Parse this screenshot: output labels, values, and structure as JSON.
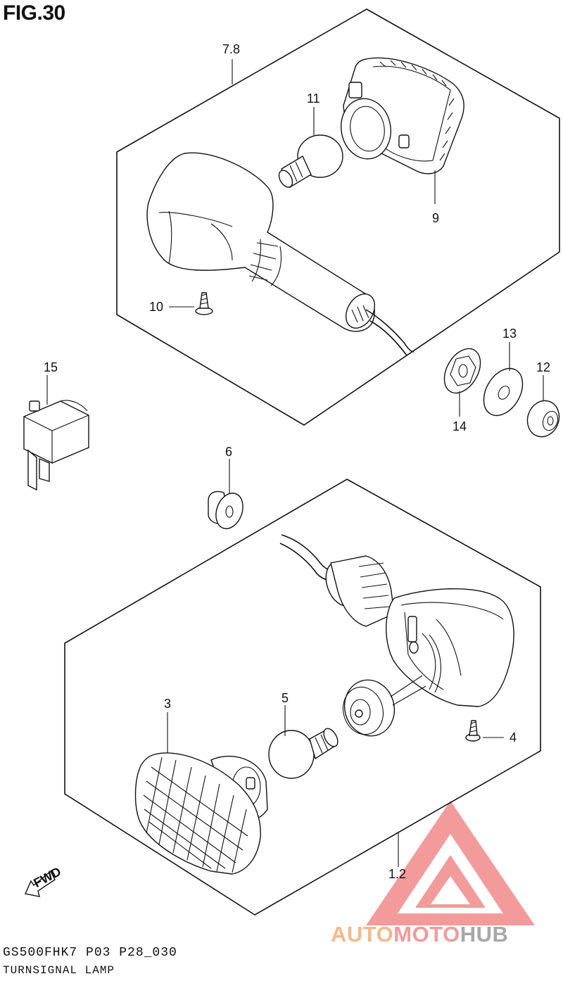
{
  "figure": {
    "title": "FIG.30"
  },
  "labels": {
    "p78": "7.8",
    "p11": "11",
    "p9": "9",
    "p10": "10",
    "p15": "15",
    "p13": "13",
    "p12": "12",
    "p14": "14",
    "p6": "6",
    "p3": "3",
    "p5": "5",
    "p4": "4",
    "p12b": "1.2"
  },
  "fwd_label": "FWD",
  "footer": {
    "code": "GS500FHK7 P03 P28_030",
    "name": "TURNSIGNAL LAMP"
  },
  "watermark": {
    "part_a": "AUTO",
    "part_b": "MOTO",
    "part_c": "HUB",
    "colors": {
      "auto": "#f4b98a",
      "moto": "#f39a9a",
      "hub": "#a8a8a8",
      "logo": "#f07a7a"
    }
  }
}
